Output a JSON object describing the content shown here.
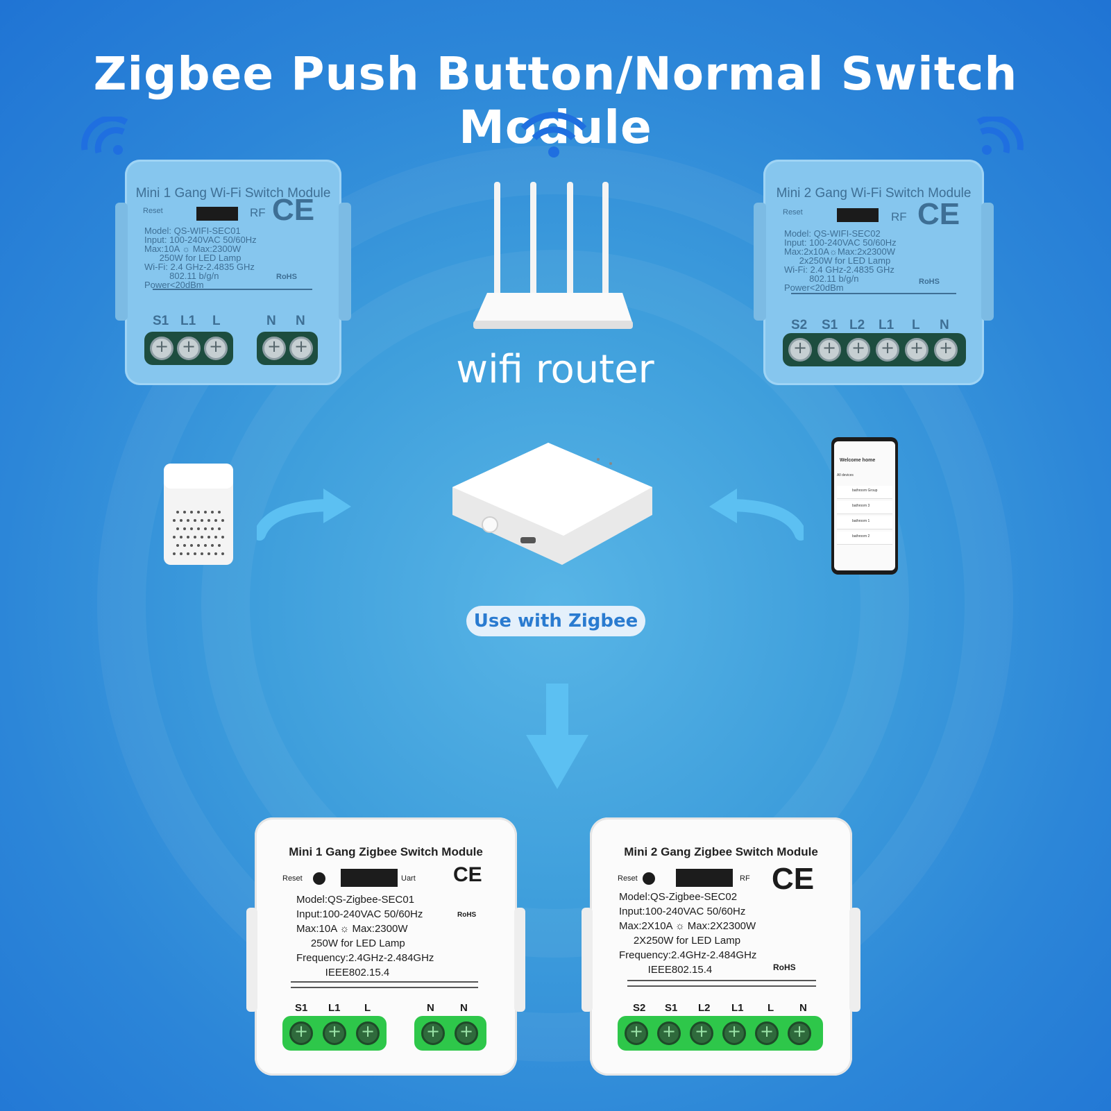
{
  "title": "Zigbee Push Button/Normal Switch Module",
  "router_label": "wifi router",
  "zigbee_pill": "Use with Zigbee",
  "wifi_1gang": {
    "name": "Mini 1 Gang Wi-Fi Switch Module",
    "reset": "Reset",
    "rf": "RF",
    "ce": "CE",
    "rohs": "RoHS",
    "specs": "Model: QS-WIFI-SEC01\nInput: 100-240VAC 50/60Hz\nMax:10A ☼ Max:2300W\n      250W for LED Lamp\nWi-Fi: 2.4 GHz-2.4835 GHz\n          802.11 b/g/n\nPower<20dBm",
    "terminals": [
      "S1",
      "L1",
      "L",
      "N",
      "N"
    ]
  },
  "wifi_2gang": {
    "name": "Mini 2 Gang Wi-Fi Switch Module",
    "reset": "Reset",
    "rf": "RF",
    "ce": "CE",
    "rohs": "RoHS",
    "specs": "Model: QS-WIFI-SEC02\nInput: 100-240VAC 50/60Hz\nMax:2x10A☼Max:2x2300W\n      2x250W for LED Lamp\nWi-Fi: 2.4 GHz-2.4835 GHz\n          802.11 b/g/n\nPower<20dBm",
    "terminals": [
      "S2",
      "S1",
      "L2",
      "L1",
      "L",
      "N"
    ]
  },
  "zigbee_1gang": {
    "name": "Mini 1 Gang Zigbee Switch Module",
    "reset": "Reset",
    "uart": "Uart",
    "ce": "CE",
    "rohs": "RoHS",
    "specs": "Model:QS-Zigbee-SEC01\nInput:100-240VAC 50/60Hz\nMax:10A ☼ Max:2300W\n     250W for LED Lamp\nFrequency:2.4GHz-2.484GHz\n          IEEE802.15.4",
    "terminals": [
      "S1",
      "L1",
      "L",
      "N",
      "N"
    ]
  },
  "zigbee_2gang": {
    "name": "Mini 2 Gang Zigbee Switch Module",
    "reset": "Reset",
    "rf": "RF",
    "ce": "CE",
    "rohs": "RoHS",
    "specs": "Model:QS-Zigbee-SEC02\nInput:100-240VAC 50/60Hz\nMax:2X10A ☼ Max:2X2300W\n     2X250W for LED Lamp\nFrequency:2.4GHz-2.484GHz\n          IEEE802.15.4",
    "terminals": [
      "S2",
      "S1",
      "L2",
      "L1",
      "L",
      "N"
    ]
  },
  "phone": {
    "header": "Welcome home",
    "section": "All devices",
    "items": [
      "bathroom Group",
      "bathroom 3",
      "bathroom 1",
      "bathroom 2"
    ]
  },
  "colors": {
    "wifi_arc": "#1f6fe0",
    "arrow": "#5cc0f2",
    "terminal_green": "#2ec74a"
  }
}
